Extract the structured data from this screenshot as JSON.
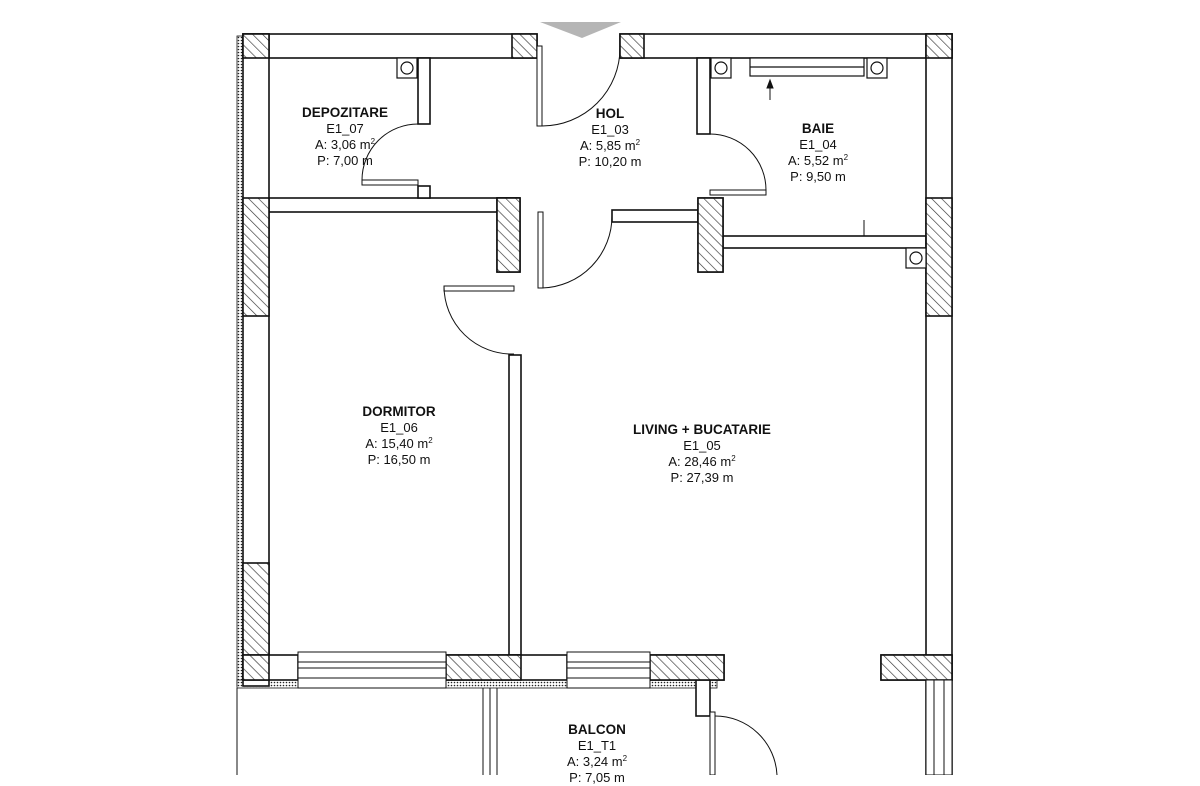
{
  "rooms": [
    {
      "name": "DEPOZITARE",
      "code": "E1_07",
      "area_prefix": "A: ",
      "area": "3,06 m",
      "area_sup": "2",
      "perimeter": "P: 7,00 m"
    },
    {
      "name": "HOL",
      "code": "E1_03",
      "area_prefix": "A: ",
      "area": "5,85 m",
      "area_sup": "2",
      "perimeter": "P: 10,20 m"
    },
    {
      "name": "BAIE",
      "code": "E1_04",
      "area_prefix": "A: ",
      "area": "5,52 m",
      "area_sup": "2",
      "perimeter": "P: 9,50 m"
    },
    {
      "name": "DORMITOR",
      "code": "E1_06",
      "area_prefix": "A: ",
      "area": "15,40 m",
      "area_sup": "2",
      "perimeter": "P: 16,50 m"
    },
    {
      "name": "LIVING + BUCATARIE",
      "code": "E1_05",
      "area_prefix": "A: ",
      "area": "28,46 m",
      "area_sup": "2",
      "perimeter": "P: 27,39 m"
    },
    {
      "name": "BALCON",
      "code": "E1_T1",
      "area_prefix": "A: ",
      "area": "3,24 m",
      "area_sup": "2",
      "perimeter": "P: 7,05 m"
    }
  ],
  "colors": {
    "line": "#111111",
    "hatch": "#333333",
    "background": "#ffffff",
    "entry_marker": "#b5b5b5"
  }
}
